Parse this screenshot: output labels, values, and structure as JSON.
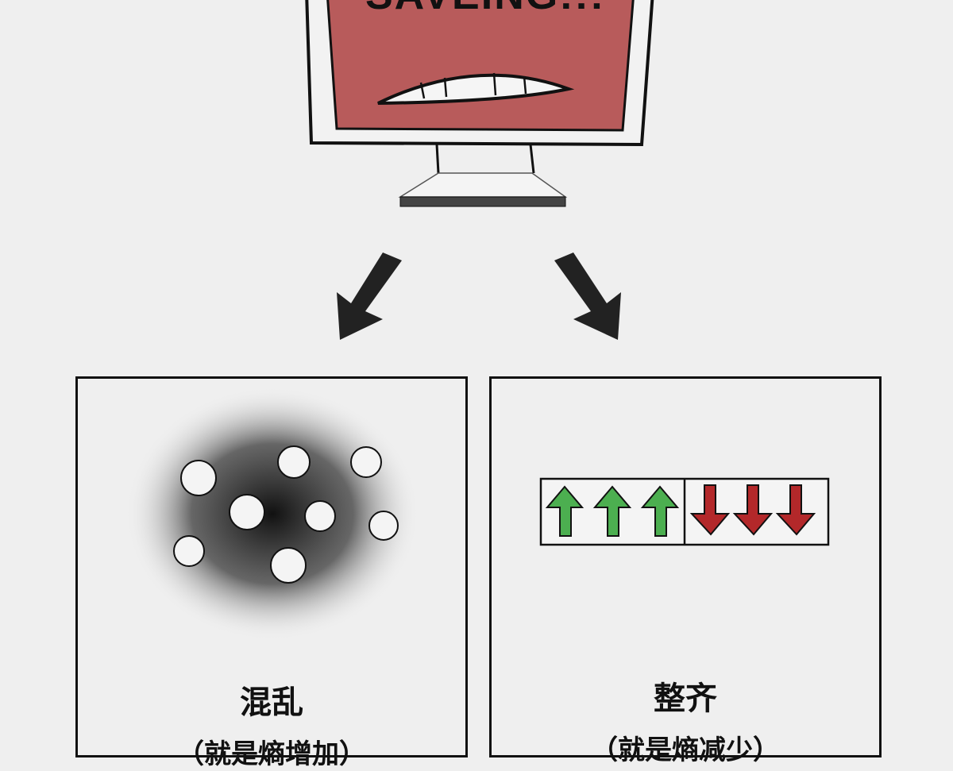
{
  "monitor": {
    "screen_text": "SAVEING!!!",
    "screen_color": "#b85b5b"
  },
  "left_panel": {
    "title": "混乱",
    "subtitle": "（就是熵增加）"
  },
  "right_panel": {
    "title": "整齐",
    "subtitle": "（就是熵减少）",
    "up_color": "#4caf50",
    "down_color": "#b3282a"
  }
}
